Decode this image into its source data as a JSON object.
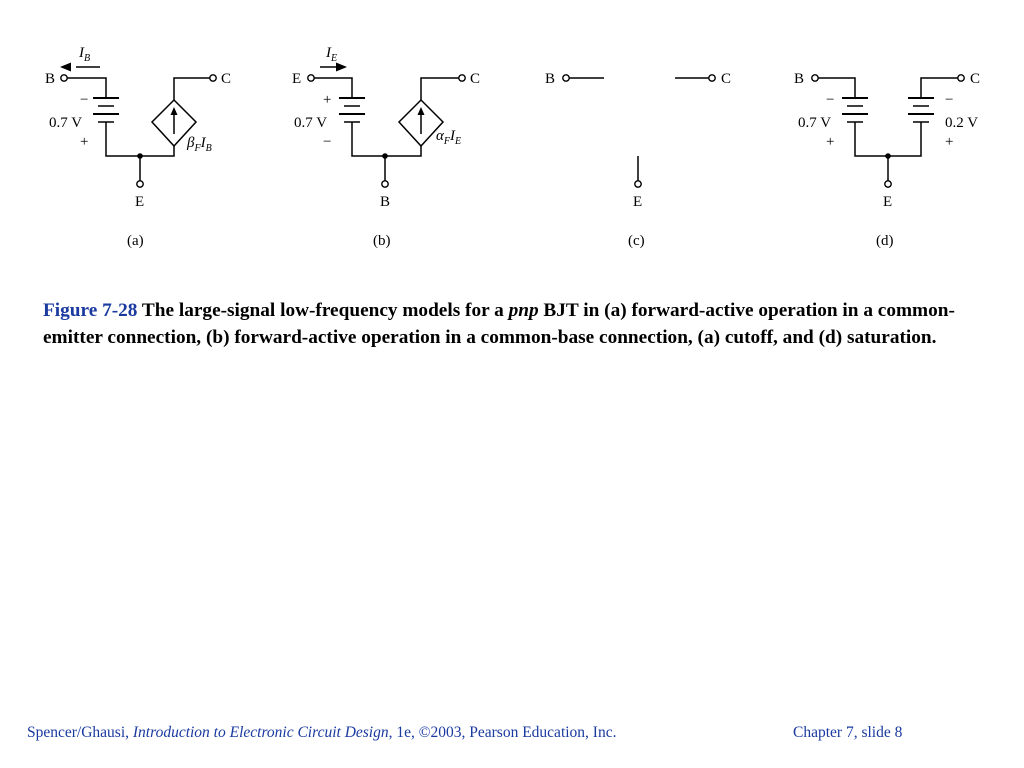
{
  "figure": {
    "panels": [
      {
        "id": "a",
        "label": "(a)",
        "current": {
          "sym": "I",
          "sub": "B"
        },
        "left_terminal": "B",
        "right_terminal": "C",
        "bottom_terminal": "E",
        "battery": {
          "voltage": "0.7 V",
          "top_sign": "−",
          "bottom_sign": "+"
        },
        "source": {
          "coef": "β",
          "coef_sub": "F",
          "var": "I",
          "var_sub": "B"
        }
      },
      {
        "id": "b",
        "label": "(b)",
        "current": {
          "sym": "I",
          "sub": "E"
        },
        "left_terminal": "E",
        "right_terminal": "C",
        "bottom_terminal": "B",
        "battery": {
          "voltage": "0.7 V",
          "top_sign": "+",
          "bottom_sign": "−"
        },
        "source": {
          "coef": "α",
          "coef_sub": "F",
          "var": "I",
          "var_sub": "E"
        }
      },
      {
        "id": "c",
        "label": "(c)",
        "left_terminal": "B",
        "right_terminal": "C",
        "bottom_terminal": "E"
      },
      {
        "id": "d",
        "label": "(d)",
        "left_terminal": "B",
        "right_terminal": "C",
        "bottom_terminal": "E",
        "battery_left": {
          "voltage": "0.7 V",
          "top_sign": "−",
          "bottom_sign": "+"
        },
        "battery_right": {
          "voltage": "0.2 V",
          "top_sign": "−",
          "bottom_sign": "+"
        }
      }
    ]
  },
  "caption": {
    "figure_label": "Figure 7-28",
    "text_part1": " The large-signal low-frequency models for a ",
    "text_italic": "pnp",
    "text_part2": " BJT in (a) forward-active operation in a common-emitter connection, (b) forward-active operation in a common-base connection, (a) cutoff, and (d) saturation."
  },
  "footer": {
    "authors": "Spencer/Ghausi, ",
    "book_title": "Introduction to Electronic Circuit Design",
    "edition": ", 1e, ©2003, Pearson Education, Inc.",
    "slide": "Chapter 7, slide 8"
  }
}
